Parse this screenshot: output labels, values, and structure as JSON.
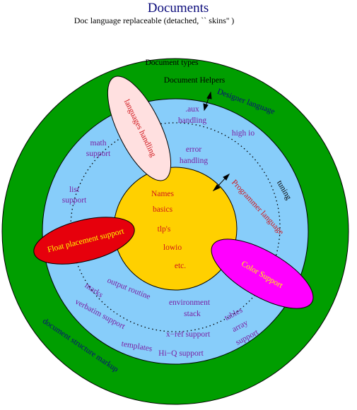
{
  "title": "Documents",
  "subtitle": "Doc language replaceable (detached, `` skins'' )",
  "outer_ring": {
    "top_label": "Document types",
    "bottom_label": "document structure markup"
  },
  "middle_ring": {
    "helpers_label": "Document Helpers",
    "designer_label": "Designer language",
    "tuning_label": "tuning",
    "programmer_label": "Programmer language"
  },
  "blue_ring": {
    "aux_label_line1": ".aux",
    "aux_label_line2": "handling",
    "highio_label": "high io",
    "math_label_line1": "math",
    "math_label_line2": "support",
    "error_label_line1": "error",
    "error_label_line2": "handling",
    "list_label_line1": "list",
    "list_label_line2": "support",
    "marks_label": "marks",
    "output_label": "output routine",
    "env_label_line1": "environment",
    "env_label_line2": "stack",
    "verbatim_label": "verbatim support",
    "xref_label": "x−ref support",
    "templates_label": "templates",
    "hiq_label": "Hi−Q support",
    "tables_label_line1": "tables",
    "tables_label_line2": "array",
    "tables_label_line3": "support"
  },
  "core": {
    "names": "Names",
    "basics": "basics",
    "tlps": "tlp's",
    "lowio": "lowio",
    "etc": "etc."
  },
  "bubbles": {
    "languages": "languages handling",
    "float": "Float placement support",
    "color": "Color Support"
  },
  "colors": {
    "outer": "#009e00",
    "blue": "#87cdfa",
    "core": "#ffd000",
    "languages_bubble": "#ffe0e0",
    "float_bubble": "#e6000c",
    "color_bubble": "#ff00ff"
  }
}
